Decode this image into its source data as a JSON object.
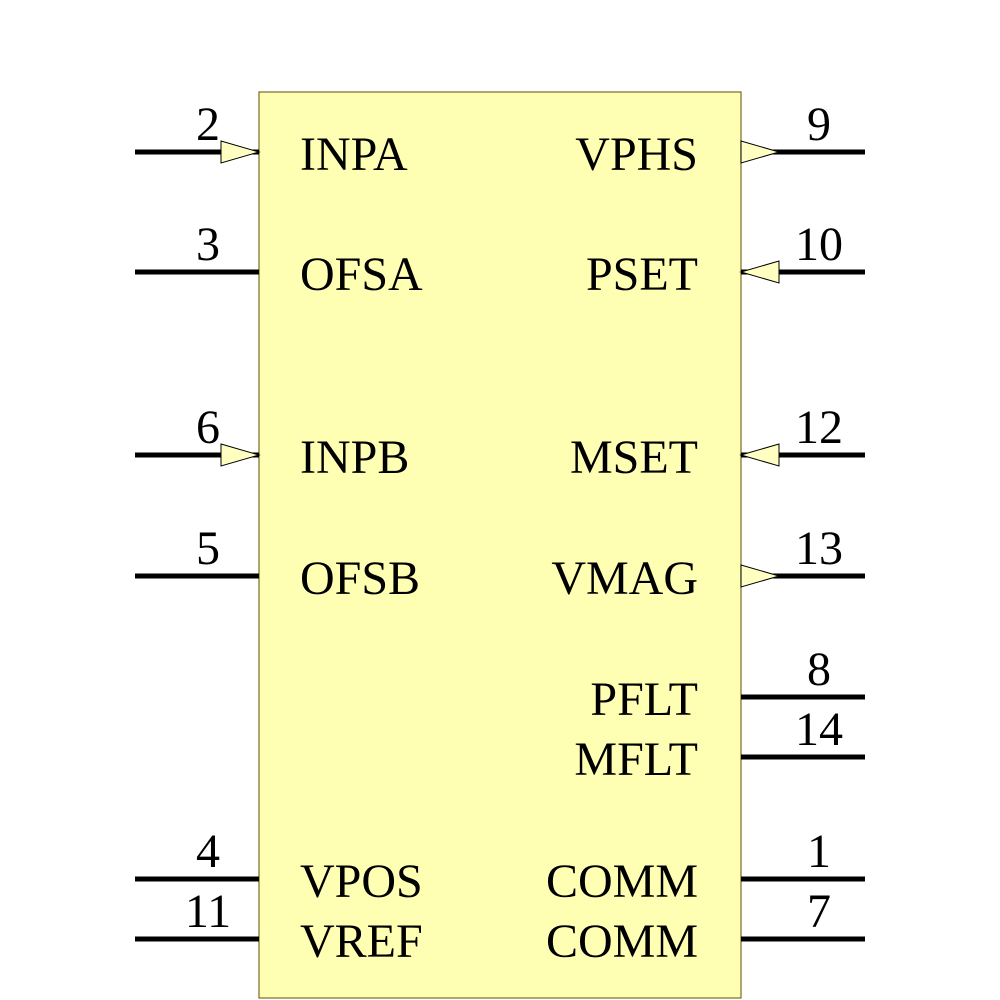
{
  "colors": {
    "body_fill": "#FFFFB4",
    "body_stroke": "#7A6A20",
    "pin_color": "#000000",
    "arrow_fill": "#FFFFC2"
  },
  "pins": [
    {
      "id": "inpa",
      "number": "2",
      "label": "INPA",
      "side": "left",
      "arrow": "in"
    },
    {
      "id": "ofsa",
      "number": "3",
      "label": "OFSA",
      "side": "left",
      "arrow": "none"
    },
    {
      "id": "inpb",
      "number": "6",
      "label": "INPB",
      "side": "left",
      "arrow": "in"
    },
    {
      "id": "ofsb",
      "number": "5",
      "label": "OFSB",
      "side": "left",
      "arrow": "none"
    },
    {
      "id": "vpos",
      "number": "4",
      "label": "VPOS",
      "side": "left",
      "arrow": "none"
    },
    {
      "id": "vref",
      "number": "11",
      "label": "VREF",
      "side": "left",
      "arrow": "none"
    },
    {
      "id": "vphs",
      "number": "9",
      "label": "VPHS",
      "side": "right",
      "arrow": "out"
    },
    {
      "id": "pset",
      "number": "10",
      "label": "PSET",
      "side": "right",
      "arrow": "in"
    },
    {
      "id": "mset",
      "number": "12",
      "label": "MSET",
      "side": "right",
      "arrow": "in"
    },
    {
      "id": "vmag",
      "number": "13",
      "label": "VMAG",
      "side": "right",
      "arrow": "out"
    },
    {
      "id": "pflt",
      "number": "8",
      "label": "PFLT",
      "side": "right",
      "arrow": "none"
    },
    {
      "id": "mflt",
      "number": "14",
      "label": "MFLT",
      "side": "right",
      "arrow": "none"
    },
    {
      "id": "comm1",
      "number": "1",
      "label": "COMM",
      "side": "right",
      "arrow": "none"
    },
    {
      "id": "comm7",
      "number": "7",
      "label": "COMM",
      "side": "right",
      "arrow": "none"
    }
  ]
}
